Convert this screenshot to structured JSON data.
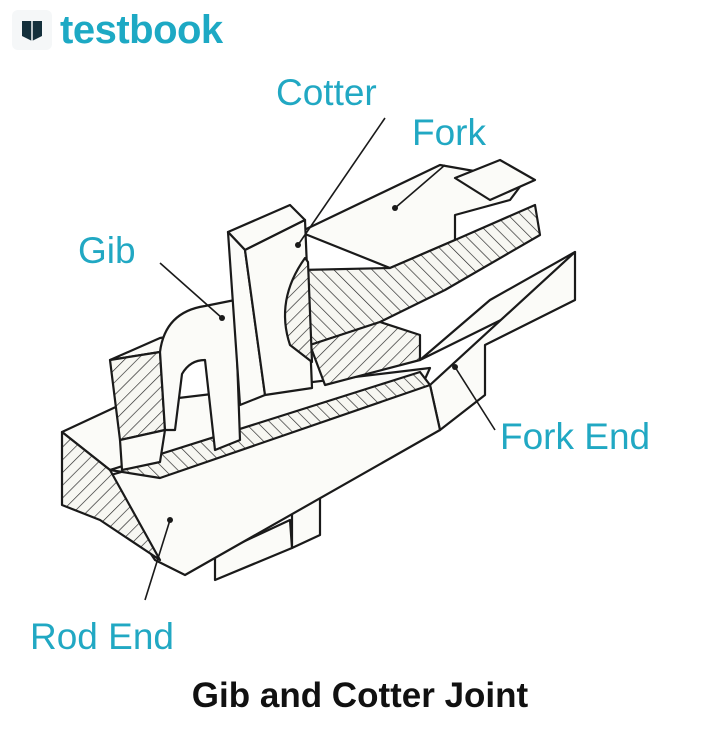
{
  "brand": {
    "name": "testbook",
    "color": "#1da9c4"
  },
  "labels": {
    "cotter": "Cotter",
    "fork": "Fork",
    "gib": "Gib",
    "fork_end": "Fork End",
    "rod_end": "Rod End"
  },
  "label_color": "#21a8c3",
  "caption": "Gib and Cotter Joint",
  "caption_color": "#111111"
}
